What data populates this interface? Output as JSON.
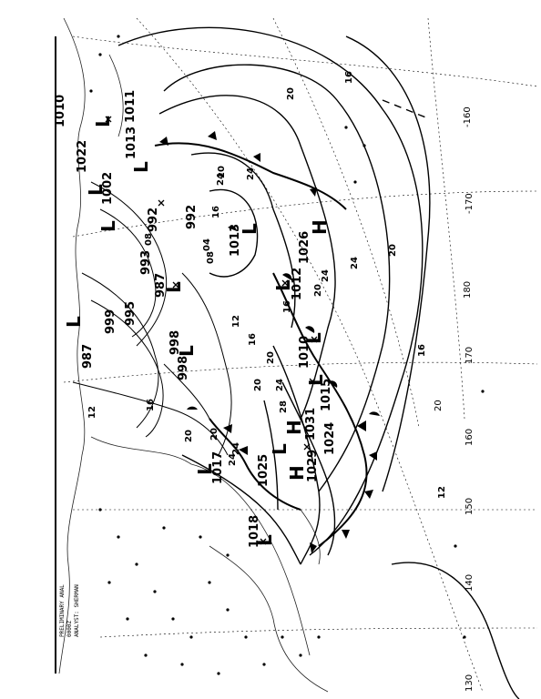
{
  "chart_title_lines": [
    "PRELIMINARY ANAL",
    "0000Z",
    "ANALYST: SHERMAN"
  ],
  "pressure_centers": [
    {
      "type": "L",
      "value": "1010",
      "id": "c1"
    },
    {
      "type": "L",
      "value": "1022",
      "id": "c2"
    },
    {
      "type": "L",
      "value": "1002",
      "id": "c3"
    },
    {
      "type": "L",
      "value": "1013",
      "id": "c4"
    },
    {
      "type": "L",
      "value": "1011",
      "id": "c5"
    },
    {
      "type": "L",
      "value": "992",
      "id": "c6"
    },
    {
      "type": "L",
      "value": "992",
      "id": "c7"
    },
    {
      "type": "L",
      "value": "993",
      "id": "c8"
    },
    {
      "type": "L",
      "value": "987",
      "id": "c9"
    },
    {
      "type": "L",
      "value": "995",
      "id": "c10"
    },
    {
      "type": "L",
      "value": "999",
      "id": "c11"
    },
    {
      "type": "L",
      "value": "987",
      "id": "c12"
    },
    {
      "type": "L",
      "value": "998",
      "id": "c13"
    },
    {
      "type": "L",
      "value": "998",
      "id": "c14"
    },
    {
      "type": "L",
      "value": "1013",
      "id": "c15"
    },
    {
      "type": "H",
      "value": "1026",
      "id": "c16"
    },
    {
      "type": "L",
      "value": "1012",
      "id": "c17"
    },
    {
      "type": "L",
      "value": "1010",
      "id": "c18"
    },
    {
      "type": "L",
      "value": "1015",
      "id": "c19"
    },
    {
      "type": "H",
      "value": "1031",
      "id": "c20"
    },
    {
      "type": "L",
      "value": "1024",
      "id": "c21"
    },
    {
      "type": "L",
      "value": "1025",
      "id": "c22"
    },
    {
      "type": "H",
      "value": "1029",
      "id": "c23"
    },
    {
      "type": "L",
      "value": "1017",
      "id": "c24"
    },
    {
      "type": "L",
      "value": "1018",
      "id": "c25"
    }
  ],
  "isobar_labels": [
    "20",
    "16",
    "20",
    "24",
    "24",
    "20",
    "16",
    "24",
    "20",
    "24",
    "20",
    "16",
    "12",
    "16",
    "20",
    "24",
    "28",
    "20",
    "24",
    "16",
    "12",
    "08",
    "04",
    "08",
    "12",
    "16",
    "20",
    "24"
  ],
  "longitude_labels": [
    "-160",
    "-170",
    "180",
    "170",
    "160",
    "150",
    "140",
    "130",
    "20"
  ],
  "symbols": {
    "high": "H",
    "low": "L"
  }
}
